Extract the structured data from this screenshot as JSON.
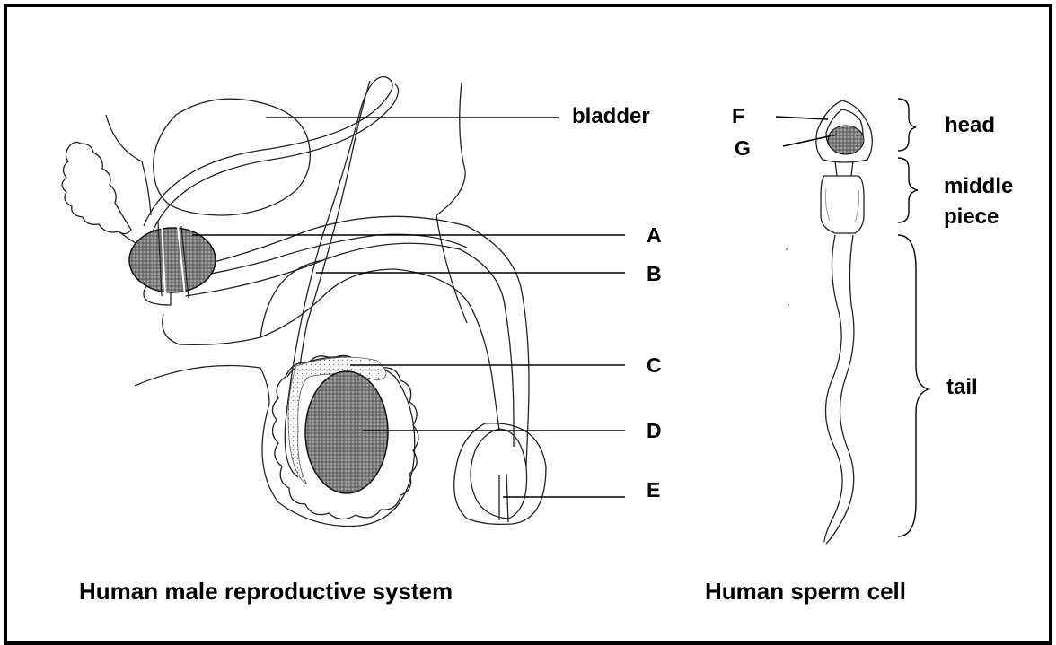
{
  "labels": {
    "bladder": "bladder",
    "A": "A",
    "B": "B",
    "C": "C",
    "D": "D",
    "E": "E",
    "F": "F",
    "G": "G",
    "head": "head",
    "middle": "middle",
    "piece": "piece",
    "tail": "tail"
  },
  "captions": {
    "left": "Human male reproductive system",
    "right": "Human sperm cell"
  }
}
